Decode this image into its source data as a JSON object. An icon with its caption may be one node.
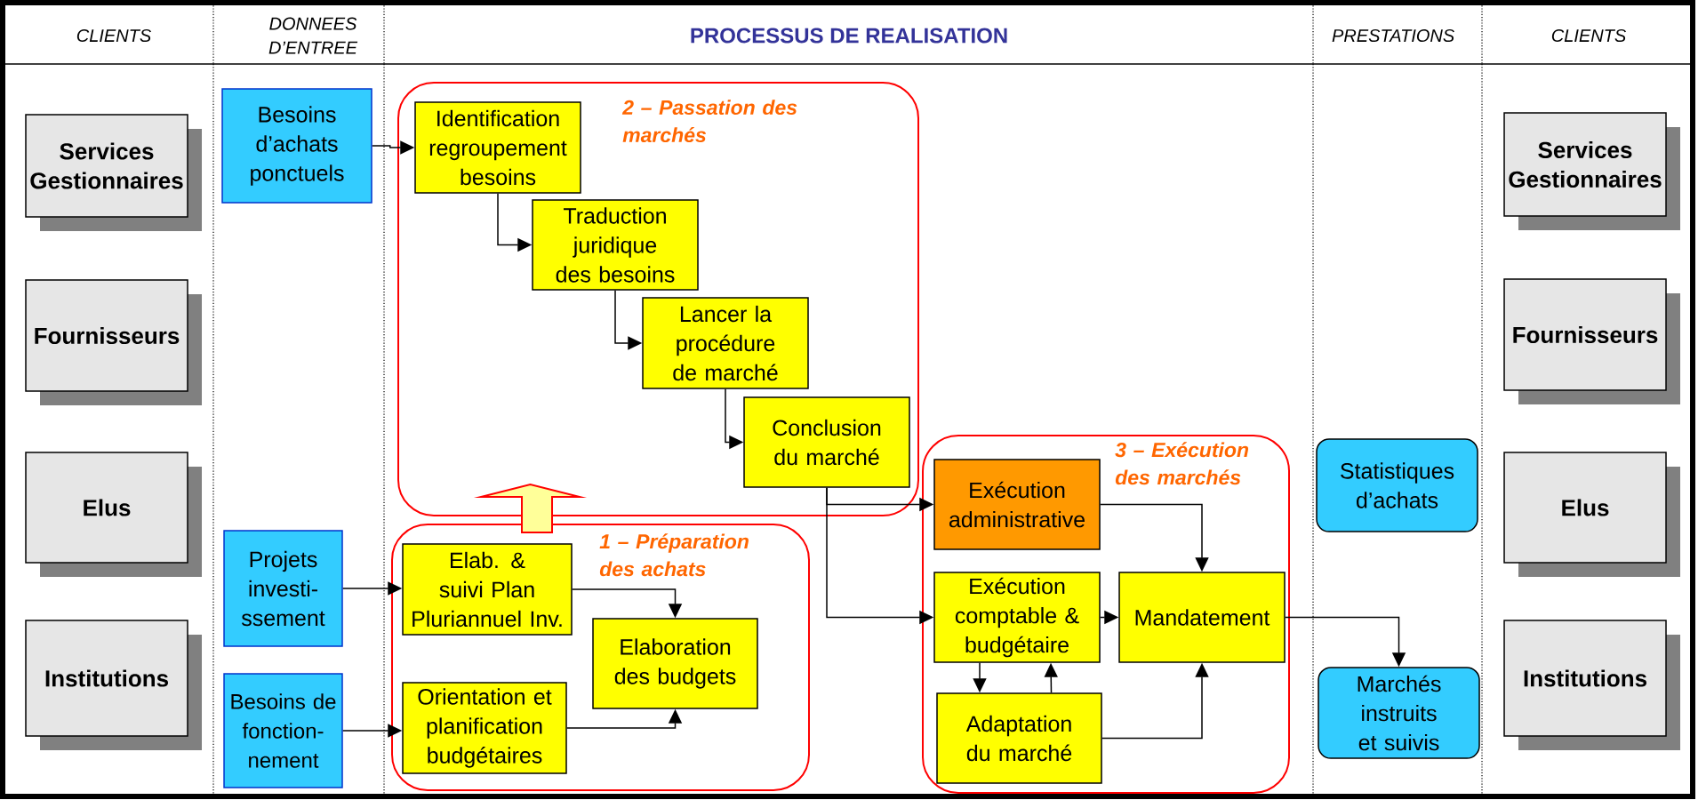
{
  "diagram": {
    "title": "PROCESSUS DE REALISATION",
    "nodes": [
      {
        "text": [
          "Services Gestionnaires"
        ]
      },
      {
        "text": [
          "Fournisseurs"
        ]
      },
      {
        "text": [
          "Elus"
        ]
      },
      {
        "text": [
          "Institutions"
        ]
      },
      {
        "text": [
          "Besoins d’achats ponctuels"
        ]
      },
      {
        "text": [
          "Projets investi- ssement"
        ]
      },
      {
        "text": [
          "Besoins de fonction- nement"
        ]
      },
      {
        "text": [
          "2 – Passation des marchés"
        ]
      },
      {
        "text": [
          "Identification regroupement besoins"
        ],
        "in": 7
      },
      {
        "text": [
          "Traduction juridique des besoins"
        ],
        "in": 7
      },
      {
        "text": [
          "Lancer la procédure de marché"
        ],
        "in": 7
      },
      {
        "text": [
          "Conclusion du marché"
        ],
        "in": 7
      },
      {
        "text": [
          "1 – Préparation des achats"
        ]
      },
      {
        "text": [
          "Elab. & suivi Plan Pluriannuel Inv."
        ],
        "in": 12
      },
      {
        "text": [
          "Elaboration des budgets"
        ],
        "in": 12
      },
      {
        "text": [
          "Orientation et planification budgétaires"
        ],
        "in": 12
      },
      {
        "text": [
          "3 – Exécution des marchés"
        ]
      },
      {
        "text": [
          "Exécution administrative"
        ],
        "in": 16
      },
      {
        "text": [
          "Exécution comptable & budgétaire"
        ],
        "in": 16
      },
      {
        "text": [
          "Mandatement"
        ],
        "in": 16
      },
      {
        "text": [
          "Adaptation du marché"
        ],
        "in": 16
      },
      {
        "text": [
          "Statistiques d’achats"
        ]
      },
      {
        "text": [
          "Marchés instruits et suivis"
        ]
      },
      {
        "text": [
          "Services Gestionnaires"
        ]
      },
      {
        "text": [
          "Fournisseurs"
        ]
      },
      {
        "text": [
          "Elus"
        ]
      },
      {
        "text": [
          "Institutions"
        ]
      }
    ],
    "edges": [
      {
        "from": 4,
        "to": 8,
        "arrow": "to"
      },
      {
        "from": 8,
        "to": 9,
        "arrow": "to"
      },
      {
        "from": 9,
        "to": 10,
        "arrow": "to"
      },
      {
        "from": 10,
        "to": 11,
        "arrow": "to"
      },
      {
        "from": 11,
        "to": 17,
        "arrow": "to"
      },
      {
        "from": 11,
        "to": 18,
        "arrow": "to"
      },
      {
        "from": 5,
        "to": 13,
        "arrow": "to"
      },
      {
        "from": 6,
        "to": 15,
        "arrow": "to"
      },
      {
        "from": 13,
        "to": 14,
        "arrow": "to"
      },
      {
        "from": 15,
        "to": 14,
        "arrow": "to"
      },
      {
        "from": 17,
        "to": 19,
        "arrow": "to"
      },
      {
        "from": 18,
        "to": 19,
        "arrow": "to"
      },
      {
        "from": 18,
        "to": 20,
        "arrow": "to"
      },
      {
        "from": 20,
        "to": 18,
        "arrow": "to"
      },
      {
        "from": 20,
        "to": 19,
        "arrow": "to"
      },
      {
        "from": 19,
        "to": 22,
        "arrow": "to"
      },
      {
        "from": 12,
        "to": 7,
        "arrow": "to",
        "style": "thick",
        "color": "#ff0000"
      }
    ],
    "labels": [
      "CLIENTS",
      "DONNEES D’ENTREE",
      "PRESTATIONS",
      "CLIENTS"
    ]
  }
}
